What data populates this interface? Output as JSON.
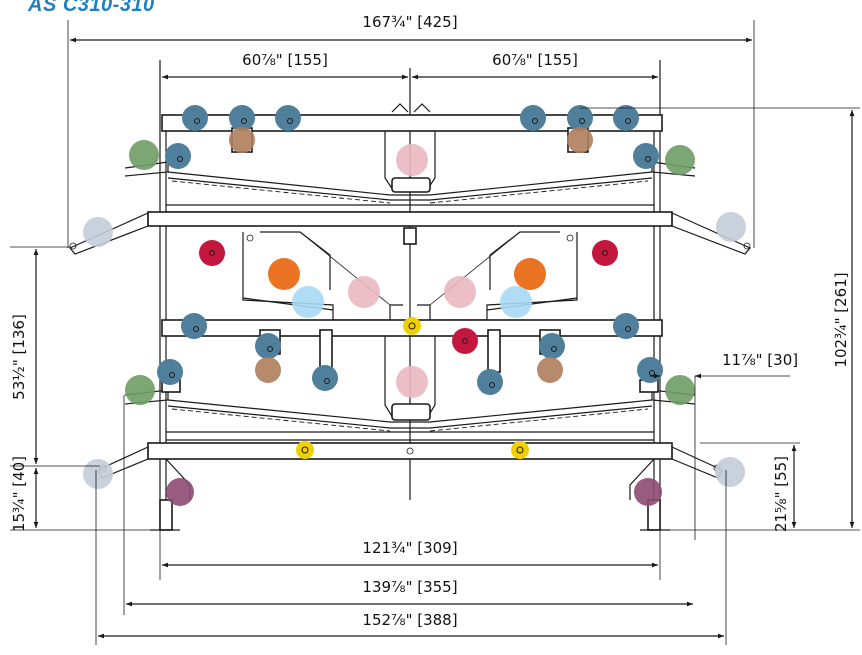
{
  "title": "AS C310-310",
  "dimensions": {
    "overall_width": "167¾\" [425]",
    "left_half_width": "60⅞\" [155]",
    "right_half_width": "60⅞\" [155]",
    "overall_height": "102¾\" [261]",
    "left_lower_height": "53½\" [136]",
    "left_foot_height": "15¾\" [40]",
    "right_foot_height": "21⅝\" [55]",
    "side_offset": "11⅞\" [30]",
    "inner_width": "121¾\" [309]",
    "mid_width": "139⅞\" [355]",
    "outer_width": "152⅞\" [388]"
  },
  "colors": {
    "title": "#1e7fc4",
    "blue_steel": "#4f7f9b",
    "brown": "#b07d5c",
    "green": "#6e9c64",
    "pink": "#eab8c0",
    "grey": "#c3ccd8",
    "crimson": "#c4173e",
    "orange": "#e8640c",
    "light_blue": "#a9d8f5",
    "purple": "#8e4a73",
    "yellow": "#f0d000"
  }
}
